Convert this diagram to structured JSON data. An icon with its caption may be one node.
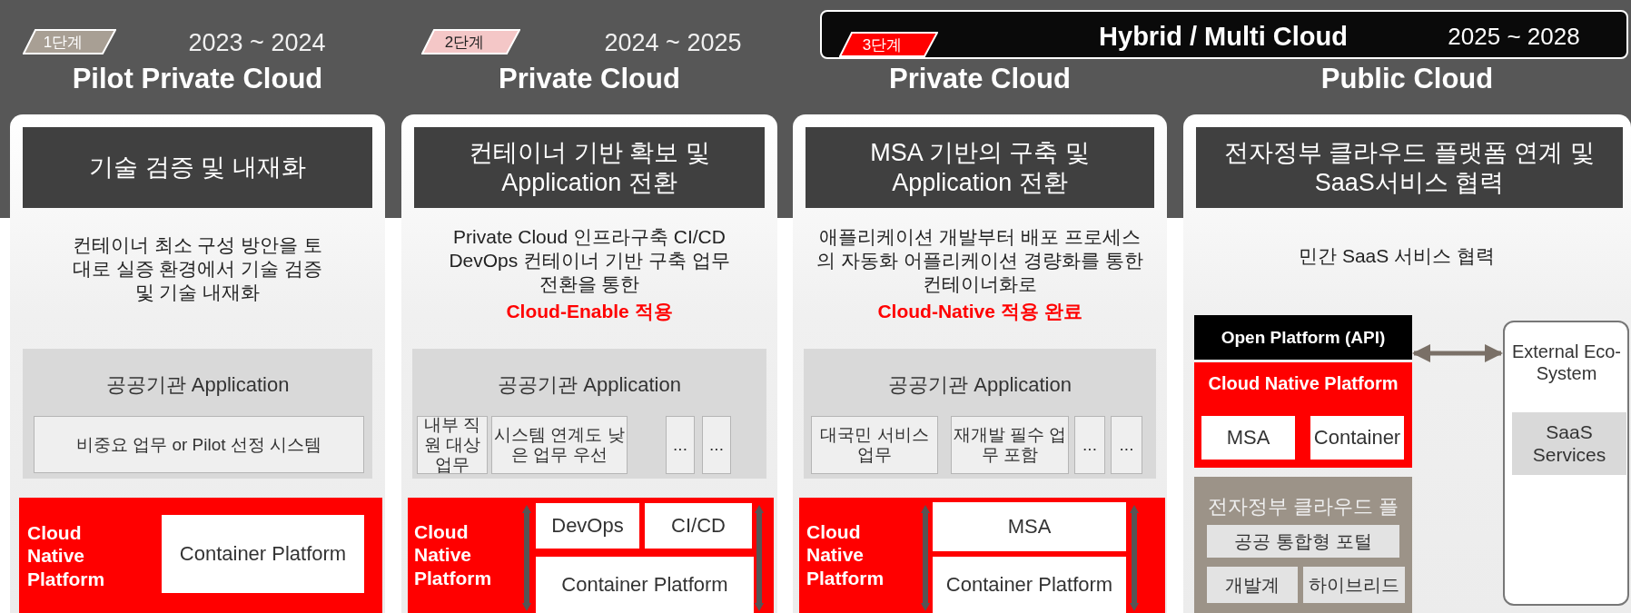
{
  "diagram": {
    "nodes": [
      {
        "text": [
          "1단계"
        ]
      },
      {
        "text": [
          "Pilot Private Cloud",
          "컨테이너 최소 구성 방안을 토대로 실증 환경에서 기술 검증 및 기술 내재화"
        ]
      },
      {
        "text": [
          "기술 검증 및 내재화"
        ],
        "in": 1
      },
      {
        "text": [
          "공공기관 Application"
        ],
        "in": 1
      },
      {
        "text": [
          "비중요 업무 or Pilot 선정 시스템"
        ],
        "in": 3
      },
      {
        "text": [
          "Cloud Native Platform"
        ],
        "in": 1
      },
      {
        "text": [
          "Container Platform"
        ],
        "in": 5
      },
      {
        "text": [
          "2단계"
        ]
      },
      {
        "text": [
          "Private Cloud",
          "Private Cloud 인프라구축 CI/CD DevOps 컨테이너 기반 구축 업무 전환을 통한",
          "Cloud-Enable 적용"
        ]
      },
      {
        "text": [
          "컨테이너 기반 확보 및 Application 전환"
        ],
        "in": 8
      },
      {
        "text": [
          "공공기관 Application"
        ],
        "in": 8
      },
      {
        "text": [
          "내부 직원 대상 업무"
        ],
        "in": 10
      },
      {
        "text": [
          "시스템 연계도 낮은 업무 우선"
        ],
        "in": 10
      },
      {
        "text": [
          "..."
        ],
        "in": 10
      },
      {
        "text": [
          "..."
        ],
        "in": 10
      },
      {
        "text": [
          "Cloud Native Platform"
        ],
        "in": 8
      },
      {
        "text": [
          "DevOps"
        ],
        "in": 15
      },
      {
        "text": [
          "CI/CD"
        ],
        "in": 15
      },
      {
        "text": [
          "Container Platform"
        ],
        "in": 15
      },
      {
        "text": [
          "Hybrid / Multi Cloud",
          "2025 ~ 2028"
        ]
      },
      {
        "text": [
          "3단계"
        ],
        "in": 19
      },
      {
        "text": [
          "Private Cloud",
          "애플리케이션 개발부터 배포 프로세스의 자동화 어플리케이션 경량화를 통한 컨테이너화로",
          "Cloud-Native 적용 완료"
        ]
      },
      {
        "text": [
          "MSA 기반의 구축 및 Application 전환"
        ],
        "in": 21
      },
      {
        "text": [
          "공공기관 Application"
        ],
        "in": 21
      },
      {
        "text": [
          "대국민 서비스 업무"
        ],
        "in": 23
      },
      {
        "text": [
          "재개발 필수 업무 포함"
        ],
        "in": 23
      },
      {
        "text": [
          "..."
        ],
        "in": 23
      },
      {
        "text": [
          "..."
        ],
        "in": 23
      },
      {
        "text": [
          "Cloud Native Platform"
        ],
        "in": 21
      },
      {
        "text": [
          "MSA"
        ],
        "in": 28
      },
      {
        "text": [
          "Container Platform"
        ],
        "in": 28
      },
      {
        "text": [
          "Public Cloud",
          "민간 SaaS 서비스 협력"
        ]
      },
      {
        "text": [
          "전자정부 클라우드 플랫폼 연계 및 SaaS서비스 협력"
        ],
        "in": 31
      },
      {
        "text": [
          "Open Platform (API)"
        ],
        "in": 31
      },
      {
        "text": [
          "Cloud Native Platform"
        ],
        "in": 31
      },
      {
        "text": [
          "MSA"
        ],
        "in": 34
      },
      {
        "text": [
          "Container"
        ],
        "in": 34
      },
      {
        "text": [
          "전자정부 클라우드 플"
        ],
        "in": 31
      },
      {
        "text": [
          "공공 통합형 포털"
        ],
        "in": 37
      },
      {
        "text": [
          "개발계"
        ],
        "in": 37
      },
      {
        "text": [
          "하이브리드"
        ],
        "in": 37
      },
      {
        "text": [
          "External Eco- System"
        ],
        "in": 31
      },
      {
        "text": [
          "SaaS Services"
        ],
        "in": 41
      }
    ],
    "edges": [
      {
        "from": 33,
        "to": 41,
        "arrow": "both"
      }
    ],
    "labels": [
      "2023 ~ 2024",
      "2024 ~ 2025"
    ]
  }
}
